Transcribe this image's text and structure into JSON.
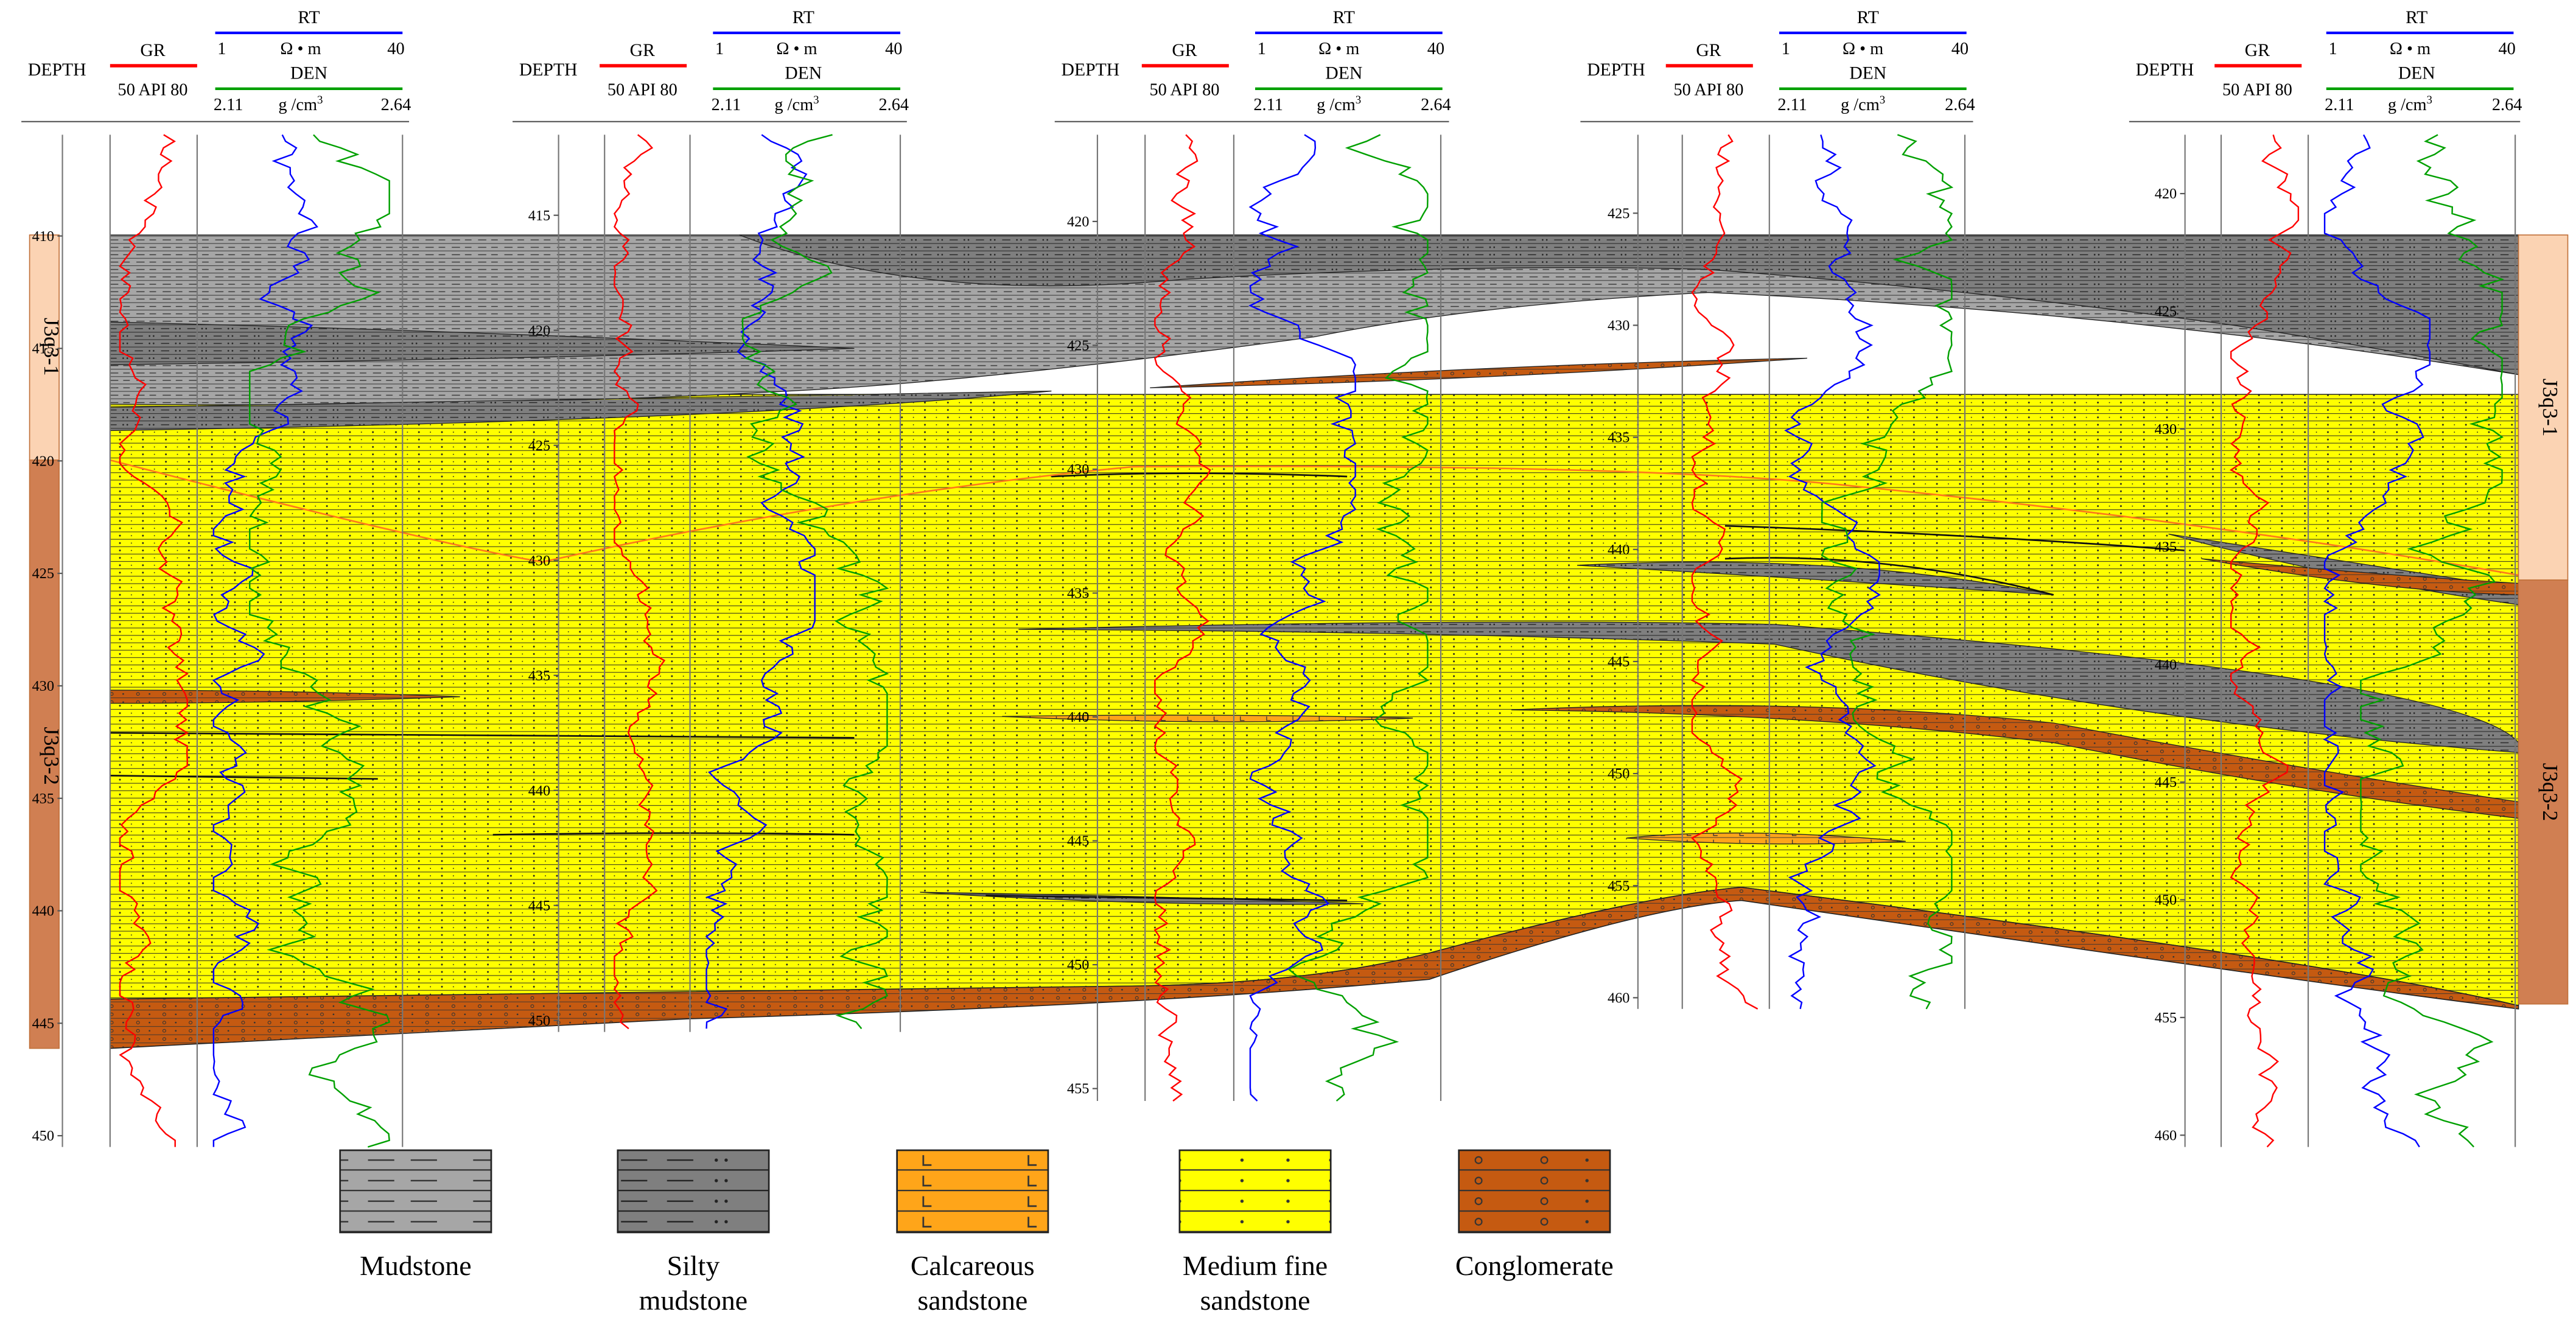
{
  "colors": {
    "mudstone": "#a6a6a6",
    "silty_mudstone": "#7f7f7f",
    "calcareous_sandstone": "#ffa519",
    "medium_fine_sandstone": "#ffff00",
    "conglomerate": "#c55a11",
    "zone_upper": "#fbd3b3",
    "zone_lower": "#d07f52",
    "gr_curve": "#ff0000",
    "rt_curve": "#0000ff",
    "den_curve": "#00a000"
  },
  "header": {
    "depth_label": "DEPTH",
    "gr_label": "GR",
    "gr_scale": "50 API 80",
    "rt_label": "RT",
    "rt_min": "1",
    "rt_unit": "Ω • m",
    "rt_max": "40",
    "den_label": "DEN",
    "den_min": "2.11",
    "den_unit": "g /cm",
    "den_unit_sup": "3",
    "den_max": "2.64"
  },
  "zones": {
    "upper": "J3q3-1",
    "lower": "J3q3-2"
  },
  "wells": [
    {
      "depth_ticks": [
        "410",
        "415",
        "420",
        "425",
        "430",
        "435",
        "440",
        "445",
        "450"
      ],
      "depth_range": [
        405.5,
        450.5
      ]
    },
    {
      "depth_ticks": [
        "415",
        "420",
        "425",
        "430",
        "435",
        "440",
        "445",
        "450"
      ],
      "depth_range": [
        411.5,
        450.5
      ]
    },
    {
      "depth_ticks": [
        "420",
        "425",
        "430",
        "435",
        "440",
        "445",
        "450",
        "455"
      ],
      "depth_range": [
        416.5,
        455.5
      ]
    },
    {
      "depth_ticks": [
        "425",
        "430",
        "435",
        "440",
        "445",
        "450",
        "455",
        "460"
      ],
      "depth_range": [
        421.5,
        460.5
      ]
    },
    {
      "depth_ticks": [
        "420",
        "425",
        "430",
        "435",
        "440",
        "445",
        "450",
        "455",
        "460"
      ],
      "depth_range": [
        417.5,
        460.5
      ]
    }
  ],
  "legend": [
    {
      "key": "mudstone",
      "line1": "Mudstone",
      "line2": ""
    },
    {
      "key": "silty_mudstone",
      "line1": "Silty",
      "line2": "mudstone"
    },
    {
      "key": "calcareous_sandstone",
      "line1": "Calcareous",
      "line2": "sandstone"
    },
    {
      "key": "medium_fine_sandstone",
      "line1": "Medium fine",
      "line2": "sandstone"
    },
    {
      "key": "conglomerate",
      "line1": "Conglomerate",
      "line2": ""
    }
  ]
}
